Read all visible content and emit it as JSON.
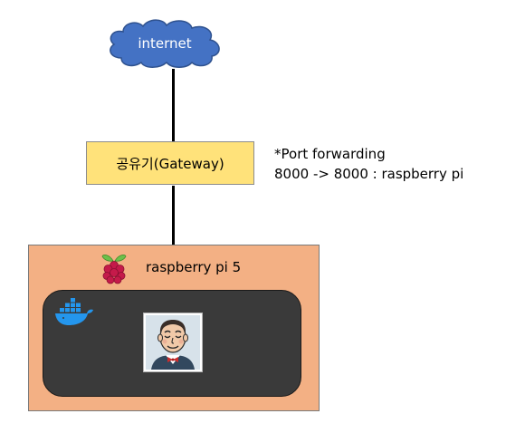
{
  "cloud": {
    "label": "internet",
    "icon": "cloud-icon",
    "color": "#4472c4"
  },
  "gateway": {
    "label": "공유기(Gateway)",
    "color": "#ffe27a"
  },
  "note": {
    "line1": "*Port forwarding",
    "line2": "8000 -> 8000 : raspberry pi"
  },
  "raspberry_pi": {
    "title": "raspberry pi 5",
    "icon": "raspberry-pi-icon",
    "color": "#f3b084"
  },
  "docker_host": {
    "icon": "docker-icon",
    "color": "#3a3a3a"
  },
  "jenkins": {
    "icon": "jenkins-icon"
  }
}
